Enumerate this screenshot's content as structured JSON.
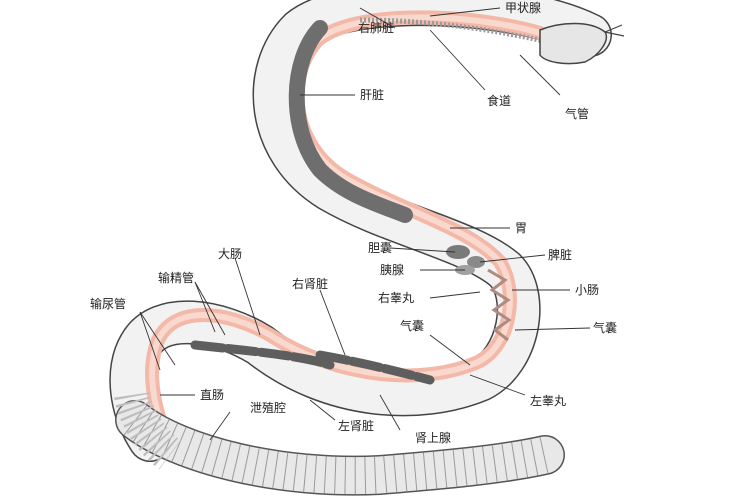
{
  "diagram": {
    "labels": {
      "thyroid": "甲状腺",
      "right_lung": "右肺脏",
      "liver": "肝脏",
      "esophagus": "食道",
      "trachea": "气管",
      "stomach": "胃",
      "gallbladder": "胆囊",
      "spleen": "脾脏",
      "pancreas": "胰腺",
      "right_testis": "右睾丸",
      "small_intestine": "小肠",
      "air_sac_left": "气囊",
      "air_sac_right": "气囊",
      "large_intestine": "大肠",
      "vas_deferens": "输精管",
      "right_kidney": "右肾脏",
      "ureter": "输尿管",
      "rectum": "直肠",
      "cloaca": "泄殖腔",
      "left_kidney": "左肾脏",
      "adrenal_gland": "肾上腺",
      "left_testis": "左睾丸"
    },
    "colors": {
      "body_fill": "#f2f2f2",
      "body_outline": "#444444",
      "pink_organ": "#f4b8a8",
      "pink_light": "#f9d8cd",
      "dark_organ": "#6e6e6e",
      "mid_gray": "#a9a9a9",
      "scale": "#d8d8d8"
    }
  }
}
